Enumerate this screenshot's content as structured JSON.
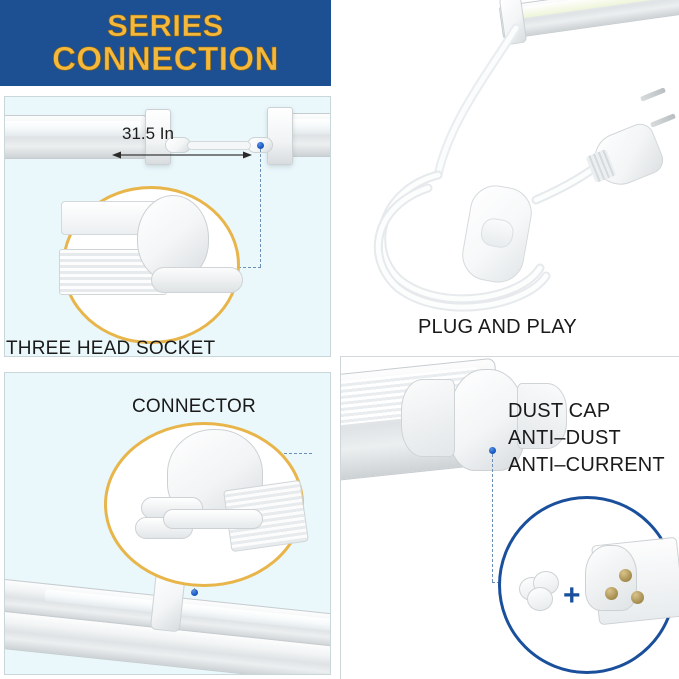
{
  "banner": {
    "line1": "SERIES",
    "line2": "CONNECTION",
    "bg_color": "#1d4f93",
    "text_color": "#f4b83d"
  },
  "panels": {
    "top_left": {
      "name": "three-head-socket",
      "caption": "THREE HEAD SOCKET",
      "dimension_label": "31.5 In",
      "background_color": "#eaf7fb",
      "magnifier_ring_color": "#e8b54a"
    },
    "bottom_left": {
      "name": "connector",
      "caption": "CONNECTOR",
      "background_color": "#eaf7fb",
      "magnifier_ring_color": "#e8b54a"
    },
    "top_right": {
      "name": "plug-and-play",
      "caption": "PLUG AND PLAY",
      "background_color": "#ffffff"
    },
    "bottom_right": {
      "name": "dust-cap",
      "caption_lines": [
        "DUST CAP",
        "ANTI–DUST",
        "ANTI–CURRENT"
      ],
      "plus_symbol": "+",
      "background_color": "#ffffff",
      "magnifier_ring_color": "#1a4f9c"
    }
  },
  "markers": {
    "dot_color": "#1a5fc8",
    "leader_line_color": "#6b8fb5"
  }
}
